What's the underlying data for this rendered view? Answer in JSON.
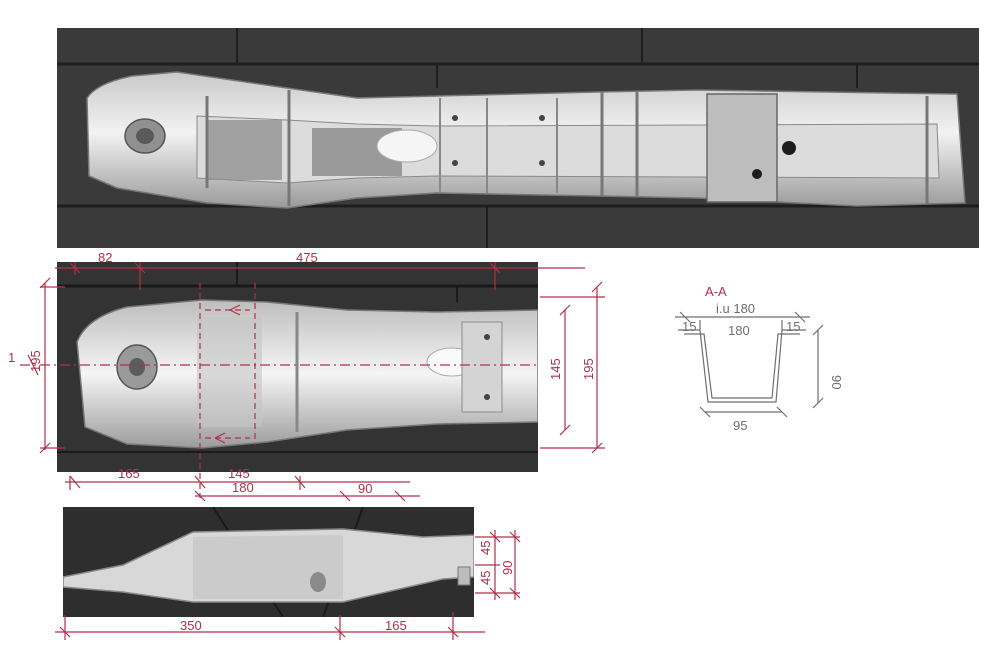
{
  "colors": {
    "annotation": "#b0304a",
    "sketch": "#6f6f6f",
    "floor_dark": "#2b2b2b",
    "floor_mid": "#4a4a4a",
    "metal_light": "#e4e4e4",
    "metal_mid": "#a8a8a8"
  },
  "top_view": {
    "dim_82": "82",
    "dim_475": "475",
    "dim_195_left": "195",
    "dim_1": "1",
    "dim_145_right": "145",
    "dim_195_right": "195",
    "dim_165": "165",
    "dim_145_bottom": "145",
    "dim_180": "180",
    "dim_90": "90"
  },
  "side_view": {
    "dim_350": "350",
    "dim_165": "165",
    "dim_45_a": "45",
    "dim_45_b": "45",
    "dim_90": "90"
  },
  "section": {
    "title": "A-A",
    "top_label": "i.u 180",
    "inner_width": "180",
    "flange_left": "15",
    "flange_right": "15",
    "height": "90",
    "bottom_width": "95"
  }
}
